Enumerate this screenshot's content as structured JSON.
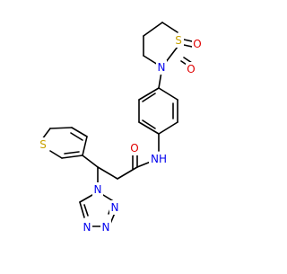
{
  "molecule": {
    "atoms": {
      "s_sulfonyl": {
        "label": "S",
        "color": "#c8a200"
      },
      "o_sulfonyl_1": {
        "label": "O",
        "color": "#e00000"
      },
      "o_sulfonyl_2": {
        "label": "O",
        "color": "#e00000"
      },
      "n_ring": {
        "label": "N",
        "color": "#0000ee"
      },
      "nh_amide": {
        "label": "NH",
        "color": "#0000ee"
      },
      "o_amide": {
        "label": "O",
        "color": "#e00000"
      },
      "s_thiophene": {
        "label": "S",
        "color": "#c8a200"
      },
      "n_tetrazole_1": {
        "label": "N",
        "color": "#0000ee"
      },
      "n_tetrazole_2": {
        "label": "N",
        "color": "#0000ee"
      },
      "n_tetrazole_3": {
        "label": "N",
        "color": "#0000ee"
      },
      "n_tetrazole_4": {
        "label": "N",
        "color": "#0000ee"
      }
    }
  }
}
